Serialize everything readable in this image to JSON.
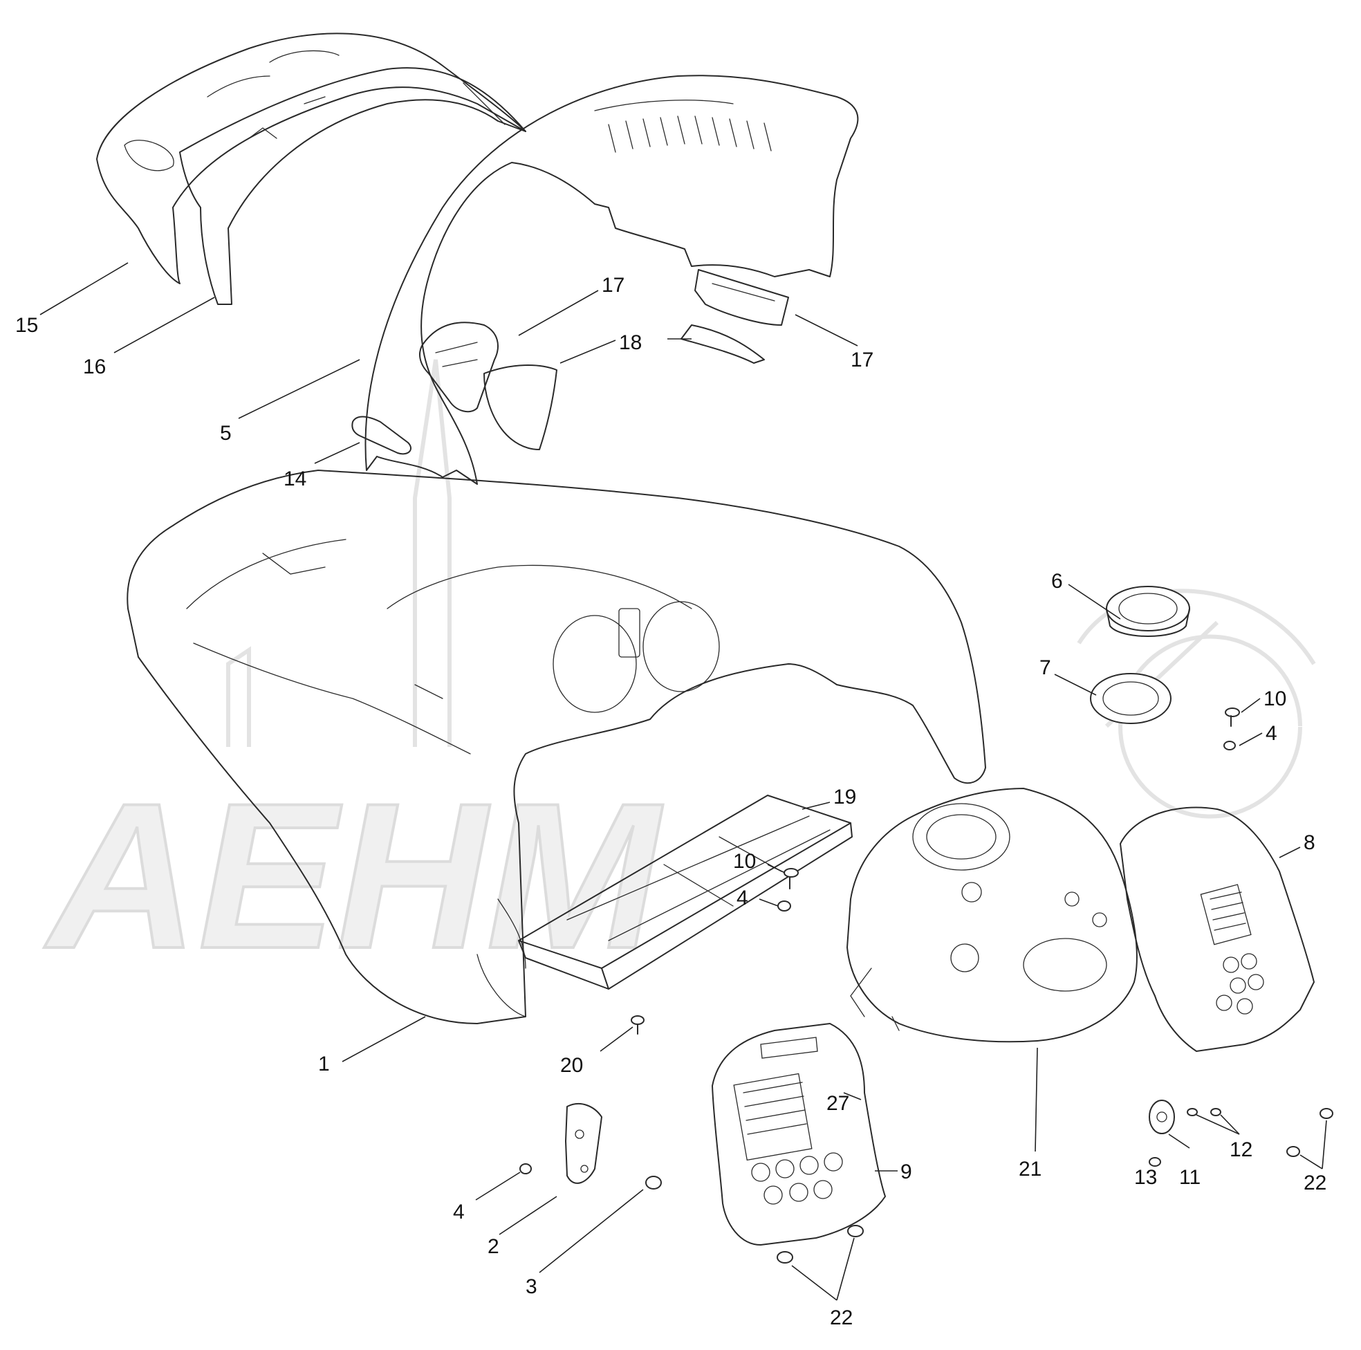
{
  "watermark": {
    "text": "AEHM",
    "color": "#e6e6e6"
  },
  "callouts": [
    {
      "id": "c15",
      "label": "15"
    },
    {
      "id": "c16",
      "label": "16"
    },
    {
      "id": "c17a",
      "label": "17"
    },
    {
      "id": "c17b",
      "label": "17"
    },
    {
      "id": "c18",
      "label": "18"
    },
    {
      "id": "c5",
      "label": "5"
    },
    {
      "id": "c14",
      "label": "14"
    },
    {
      "id": "c6",
      "label": "6"
    },
    {
      "id": "c7",
      "label": "7"
    },
    {
      "id": "c10a",
      "label": "10"
    },
    {
      "id": "c4a",
      "label": "4"
    },
    {
      "id": "c19",
      "label": "19"
    },
    {
      "id": "c8",
      "label": "8"
    },
    {
      "id": "c10b",
      "label": "10"
    },
    {
      "id": "c4b",
      "label": "4"
    },
    {
      "id": "c1",
      "label": "1"
    },
    {
      "id": "c20",
      "label": "20"
    },
    {
      "id": "c27",
      "label": "27"
    },
    {
      "id": "c9",
      "label": "9"
    },
    {
      "id": "c21",
      "label": "21"
    },
    {
      "id": "c22a",
      "label": "22"
    },
    {
      "id": "c12",
      "label": "12"
    },
    {
      "id": "c13",
      "label": "13"
    },
    {
      "id": "c11",
      "label": "11"
    },
    {
      "id": "c4c",
      "label": "4"
    },
    {
      "id": "c2",
      "label": "2"
    },
    {
      "id": "c3",
      "label": "3"
    },
    {
      "id": "c22b",
      "label": "22"
    }
  ]
}
